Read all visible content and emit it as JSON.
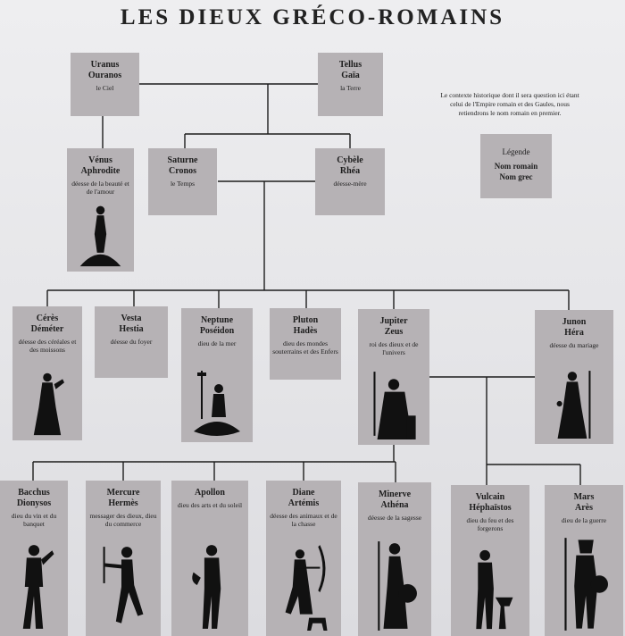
{
  "title": "LES DIEUX GRÉCO-ROMAINS",
  "note": "Le contexte historique dont il sera question ici étant celui de l'Empire romain et des Gaules, nous retiendrons le nom romain en premier.",
  "legend": {
    "heading": "Légende",
    "roman": "Nom romain",
    "greek": "Nom grec"
  },
  "gods": {
    "uranus": {
      "latin": "Uranus",
      "greek": "Ouranos",
      "role": "le Ciel"
    },
    "tellus": {
      "latin": "Tellus",
      "greek": "Gaïa",
      "role": "la Terre"
    },
    "venus": {
      "latin": "Vénus",
      "greek": "Aphrodite",
      "role": "déesse de la beauté et de l'amour"
    },
    "saturne": {
      "latin": "Saturne",
      "greek": "Cronos",
      "role": "le Temps"
    },
    "cybele": {
      "latin": "Cybèle",
      "greek": "Rhéa",
      "role": "déesse-mère"
    },
    "ceres": {
      "latin": "Cérès",
      "greek": "Déméter",
      "role": "déesse des céréales et des moissons"
    },
    "vesta": {
      "latin": "Vesta",
      "greek": "Hestia",
      "role": "déesse du foyer"
    },
    "neptune": {
      "latin": "Neptune",
      "greek": "Poséidon",
      "role": "dieu de la mer"
    },
    "pluton": {
      "latin": "Pluton",
      "greek": "Hadès",
      "role": "dieu des mondes souterrains et des Enfers"
    },
    "jupiter": {
      "latin": "Jupiter",
      "greek": "Zeus",
      "role": "roi des dieux et de l'univers"
    },
    "junon": {
      "latin": "Junon",
      "greek": "Héra",
      "role": "déesse du mariage"
    },
    "bacchus": {
      "latin": "Bacchus",
      "greek": "Dionysos",
      "role": "dieu du vin et du banquet"
    },
    "mercure": {
      "latin": "Mercure",
      "greek": "Hermès",
      "role": "messager des dieux, dieu du commerce"
    },
    "apollon": {
      "latin": "Apollon",
      "greek": "",
      "role": "dieu des arts et du soleil"
    },
    "diane": {
      "latin": "Diane",
      "greek": "Artémis",
      "role": "déesse des animaux et de la chasse"
    },
    "minerve": {
      "latin": "Minerve",
      "greek": "Athéna",
      "role": "déesse de la sagesse"
    },
    "vulcain": {
      "latin": "Vulcain",
      "greek": "Héphaïstos",
      "role": "dieu du feu et des forgerons"
    },
    "mars": {
      "latin": "Mars",
      "greek": "Arès",
      "role": "dieu de la guerre"
    }
  }
}
